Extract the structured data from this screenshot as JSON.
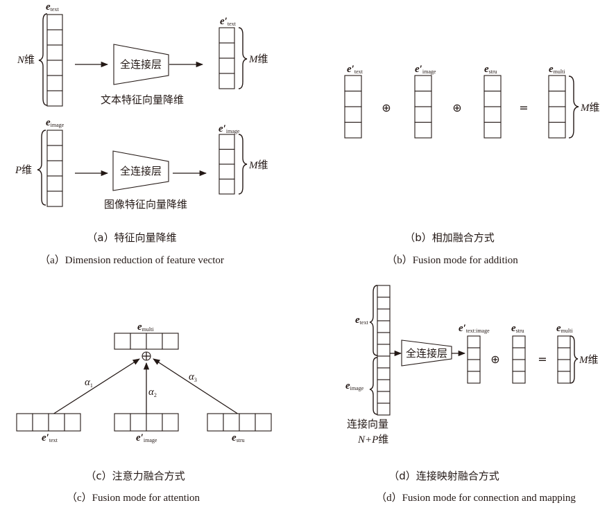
{
  "panel_a": {
    "text_row": {
      "input_label": "e",
      "input_sub": "text",
      "input_dim_var": "N",
      "dim_suffix": "维",
      "layer_label": "全连接层",
      "caption": "文本特征向量降维",
      "output_label": "e′",
      "output_sub": "text",
      "output_dim_var": "M",
      "input_cells": 6,
      "output_cells": 4
    },
    "image_row": {
      "input_label": "e",
      "input_sub": "image",
      "input_dim_var": "P",
      "dim_suffix": "维",
      "layer_label": "全连接层",
      "caption": "图像特征向量降维",
      "output_label": "e′",
      "output_sub": "image",
      "output_dim_var": "M",
      "input_cells": 5,
      "output_cells": 4
    },
    "caption_zh": "（a）特征向量降维",
    "caption_en": "（a）Dimension reduction of feature vector"
  },
  "panel_b": {
    "vectors": [
      {
        "label": "e′",
        "sub": "text"
      },
      {
        "label": "e′",
        "sub": "image"
      },
      {
        "label": "e",
        "sub": "stru"
      },
      {
        "label": "e",
        "sub": "multi"
      }
    ],
    "operators": [
      "⊕",
      "⊕",
      "="
    ],
    "dim_var": "M",
    "dim_suffix": "维",
    "caption_zh": "（b）相加融合方式",
    "caption_en": "（b）Fusion mode for addition"
  },
  "panel_c": {
    "top": {
      "label": "e",
      "sub": "multi"
    },
    "sum_symbol": "⊕",
    "inputs": [
      {
        "label": "e′",
        "sub": "text",
        "weight": "α",
        "weight_sub": "1"
      },
      {
        "label": "e′",
        "sub": "image",
        "weight": "α",
        "weight_sub": "2"
      },
      {
        "label": "e",
        "sub": "stru",
        "weight": "α",
        "weight_sub": "3"
      }
    ],
    "caption_zh": "（c）注意力融合方式",
    "caption_en": "（c）Fusion mode for attention"
  },
  "panel_d": {
    "concat_upper": {
      "label": "e",
      "sub": "text"
    },
    "concat_lower": {
      "label": "e",
      "sub": "image"
    },
    "concat_caption": "连接向量",
    "concat_dim": "N+P",
    "dim_suffix": "维",
    "layer_label": "全连接层",
    "vectors": [
      {
        "label": "e′",
        "sub": "text:image"
      },
      {
        "label": "e",
        "sub": "stru"
      },
      {
        "label": "e",
        "sub": "multi"
      }
    ],
    "operators": [
      "⊕",
      "="
    ],
    "dim_var": "M",
    "caption_zh": "（d）连接映射融合方式",
    "caption_en": "（d）Fusion mode for connection and mapping"
  }
}
